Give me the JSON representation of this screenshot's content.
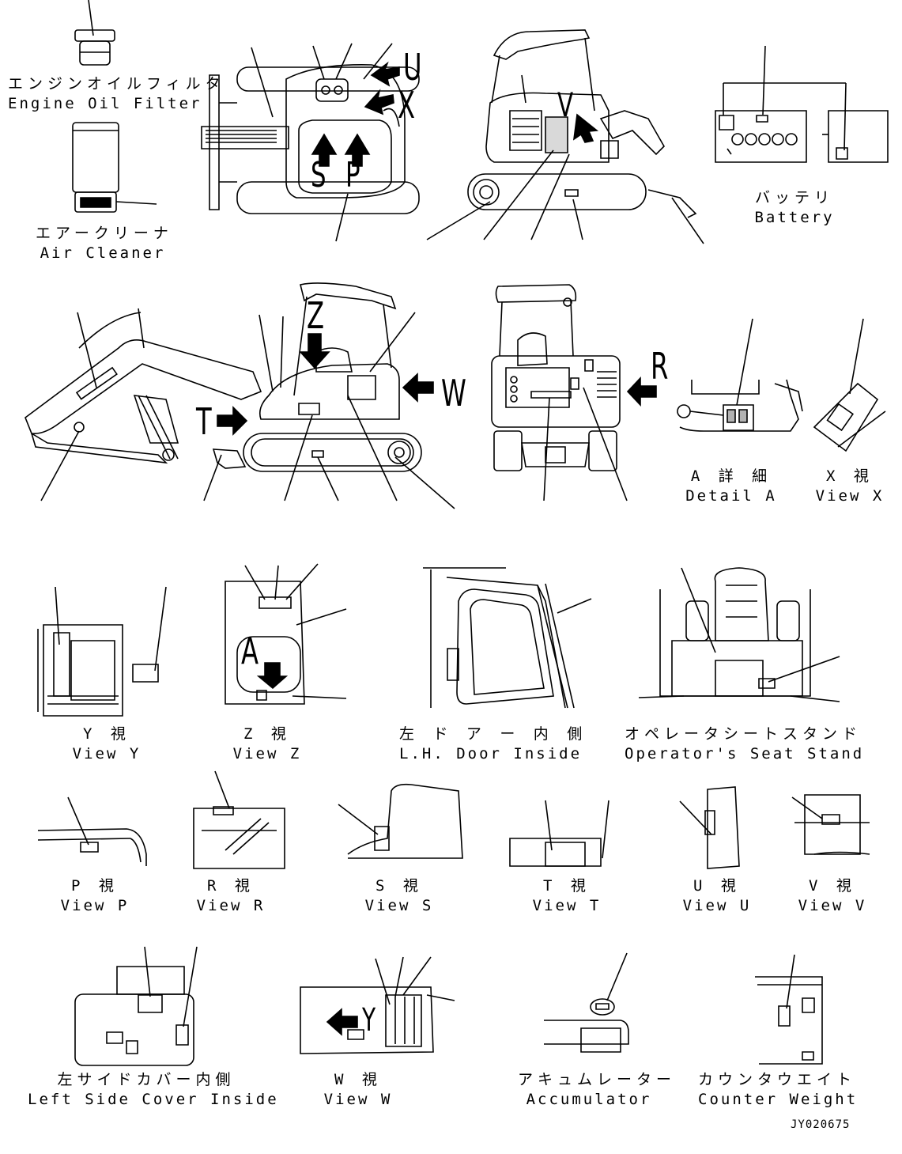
{
  "captions": {
    "engine_oil_filter": {
      "jp": "エンジンオイルフィルタ",
      "en": "Engine Oil Filter"
    },
    "air_cleaner": {
      "jp": "エアークリーナ",
      "en": "Air Cleaner"
    },
    "battery": {
      "jp": "バッテリ",
      "en": "Battery"
    },
    "detail_a": {
      "jp": "A 詳 細",
      "en": "Detail A"
    },
    "view_x": {
      "jp": "X  視",
      "en": "View X"
    },
    "view_y": {
      "jp": "Y  視",
      "en": "View Y"
    },
    "view_z": {
      "jp": "Z  視",
      "en": "View Z"
    },
    "lh_door_inside": {
      "jp": "左 ド ア ー 内 側",
      "en": "L.H. Door Inside"
    },
    "operator_seat_stand": {
      "jp": "オペレータシートスタンド",
      "en": "Operator's Seat Stand"
    },
    "view_p": {
      "jp": "P  視",
      "en": "View P"
    },
    "view_r": {
      "jp": "R  視",
      "en": "View R"
    },
    "view_s": {
      "jp": "S  視",
      "en": "View S"
    },
    "view_t": {
      "jp": "T  視",
      "en": "View T"
    },
    "view_u": {
      "jp": "U  視",
      "en": "View U"
    },
    "view_v": {
      "jp": "V  視",
      "en": "View V"
    },
    "left_side_cover_inside": {
      "jp": "左サイドカバー内側",
      "en": "Left Side Cover Inside"
    },
    "view_w": {
      "jp": "W  視",
      "en": "View W"
    },
    "accumulator": {
      "jp": "アキュムレーター",
      "en": "Accumulator"
    },
    "counter_weight": {
      "jp": "カウンタウエイト",
      "en": "Counter Weight"
    }
  },
  "view_letters": {
    "u": "U",
    "x": "X",
    "s": "S",
    "p": "P",
    "v": "V",
    "z": "Z",
    "t": "T",
    "w": "W",
    "r": "R",
    "a": "A",
    "y": "Y"
  },
  "drawing_code": "JY020675",
  "colors": {
    "line": "#000000",
    "background": "#ffffff"
  }
}
